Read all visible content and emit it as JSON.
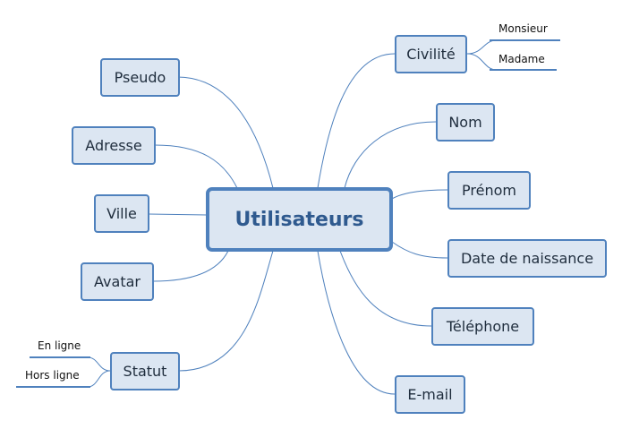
{
  "center": {
    "label": "Utilisateurs"
  },
  "left_nodes": {
    "pseudo": "Pseudo",
    "adresse": "Adresse",
    "ville": "Ville",
    "avatar": "Avatar",
    "statut": "Statut"
  },
  "right_nodes": {
    "civilite": "Civilité",
    "nom": "Nom",
    "prenom": "Prénom",
    "date_naissance": "Date de naissance",
    "telephone": "Téléphone",
    "email": "E-mail"
  },
  "civilite_options": {
    "monsieur": "Monsieur",
    "madame": "Madame"
  },
  "statut_options": {
    "en_ligne": "En ligne",
    "hors_ligne": "Hors ligne"
  },
  "colors": {
    "node_fill": "#dce6f2",
    "node_border": "#4f81bd",
    "center_text": "#2f5a8f"
  }
}
